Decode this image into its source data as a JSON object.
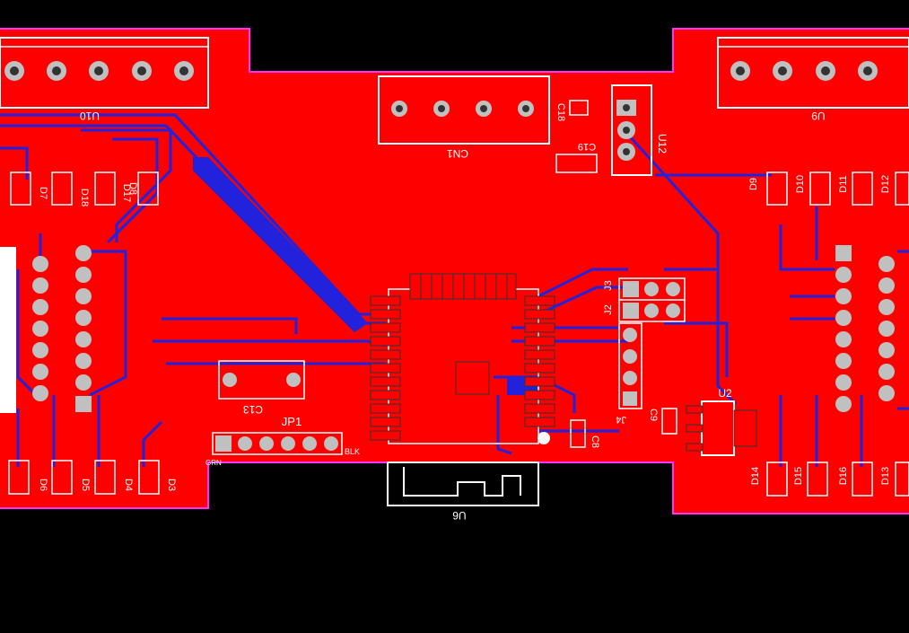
{
  "colors": {
    "background": "#000000",
    "copper_top": "#ff0000",
    "copper_bottom": "#1a1aff",
    "silkscreen": "#ffffff",
    "board_outline": "#ff33ff",
    "pad": "#c0c0c0"
  },
  "designators": {
    "u10": "U10",
    "u9": "U9",
    "cn1": "CN1",
    "c18": "C18",
    "c19": "C19",
    "u12": "U12",
    "d7": "D7",
    "d18": "D18",
    "d17": "D17",
    "d8": "D8",
    "d9": "D9",
    "d10": "D10",
    "d11": "D11",
    "d12": "D12",
    "j2": "J2",
    "j3": "J3",
    "j4": "J4",
    "c13": "C13",
    "jp1": "JP1",
    "blk": "BLK",
    "grn": "GRN",
    "u2": "U2",
    "c9": "C9",
    "c8": "C8",
    "u6": "U6",
    "d6": "D6",
    "d5": "D5",
    "d4": "D4",
    "d3": "D3",
    "d14": "D14",
    "d15": "D15",
    "d16": "D16",
    "d13": "D13"
  }
}
